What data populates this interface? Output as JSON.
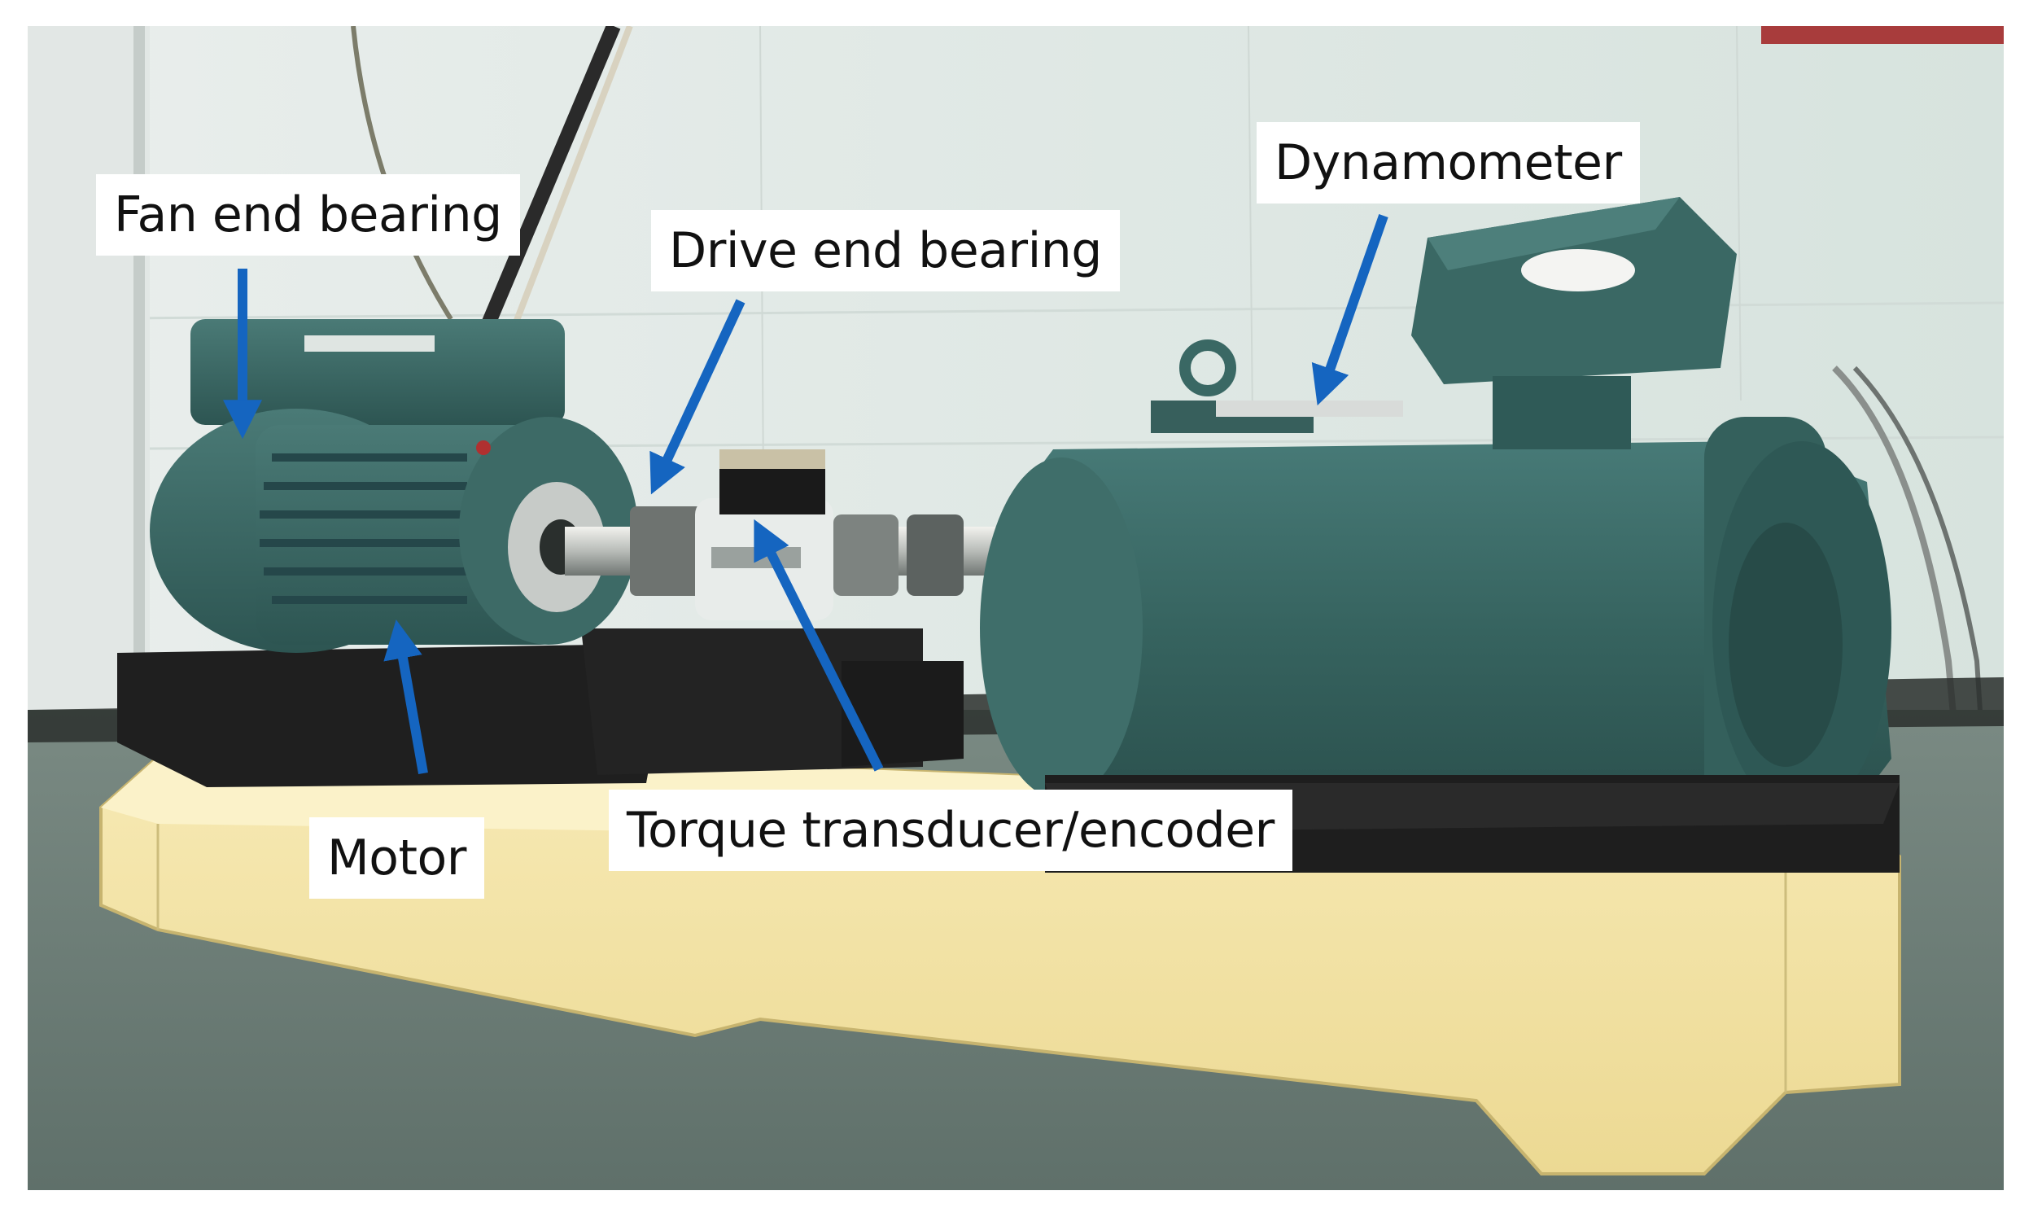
{
  "labels": {
    "fan_end_bearing": "Fan end bearing",
    "drive_end_bearing": "Drive end bearing",
    "dynamometer": "Dynamometer",
    "motor": "Motor",
    "torque_transducer": "Torque transducer/encoder"
  },
  "colors": {
    "arrow": "#1565c0",
    "label_background": "#ffffff",
    "label_text": "#111111",
    "machine_body": "#3a6966",
    "wooden_base": "#f3e3a6",
    "floor": "#6b7d75",
    "wall": "#dfe8e4"
  }
}
